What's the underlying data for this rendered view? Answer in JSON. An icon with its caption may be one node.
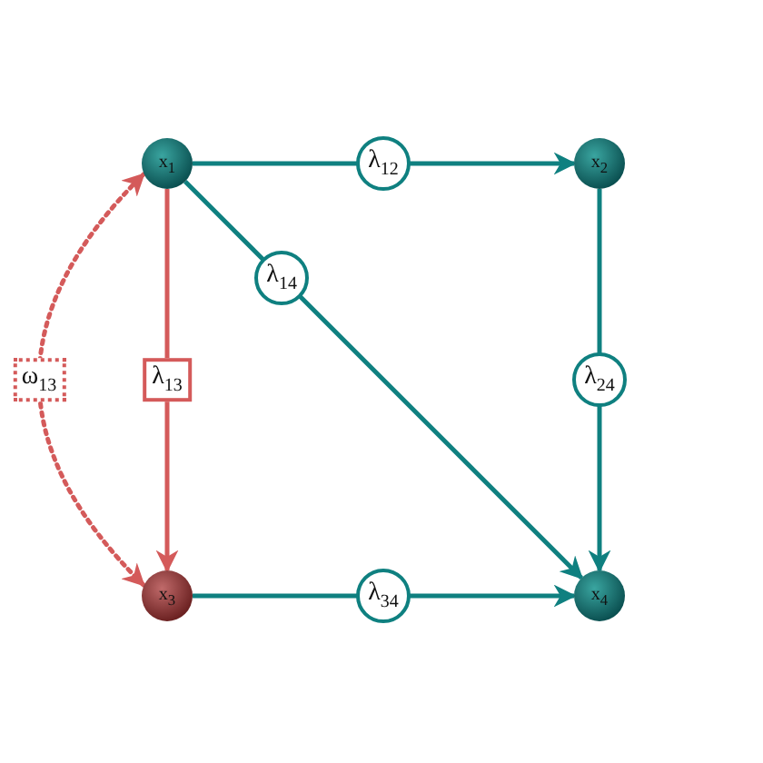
{
  "diagram": {
    "nodes": [
      {
        "text": [
          "x$_{1}$"
        ]
      },
      {
        "text": [
          "x$_{2}$"
        ]
      },
      {
        "text": [
          "x$_{3}$"
        ]
      },
      {
        "text": [
          "x$_{4}$"
        ]
      }
    ],
    "edges": [
      {
        "from": 0,
        "to": 1,
        "arrow": "to",
        "label": "λ$_{12}$"
      },
      {
        "from": 0,
        "to": 3,
        "arrow": "to",
        "label": "λ$_{14}$"
      },
      {
        "from": 1,
        "to": 3,
        "arrow": "to",
        "label": "λ$_{24}$"
      },
      {
        "from": 0,
        "to": 2,
        "arrow": "to",
        "label": "λ$_{13}$",
        "color": "#d45a5a"
      },
      {
        "from": 2,
        "to": 3,
        "arrow": "to",
        "label": "λ$_{34}$"
      },
      {
        "from": 2,
        "to": 0,
        "arrow": "both",
        "label": "ω$_{13}$",
        "style": "dashed",
        "color": "#d45a5a"
      }
    ]
  }
}
